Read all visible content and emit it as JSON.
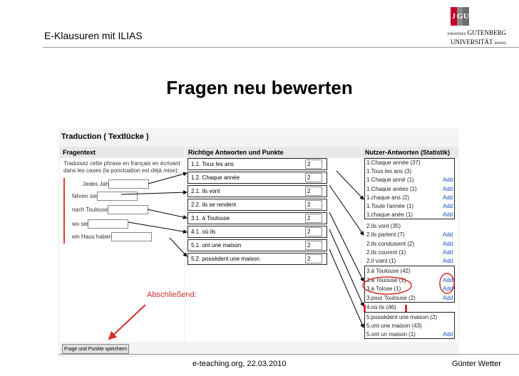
{
  "header": {
    "title": "E-Klausuren mit ILIAS"
  },
  "logo": {
    "letters": [
      "J",
      "G",
      "U"
    ],
    "line1_small": "JOHANNES",
    "line1": "GUTENBERG",
    "line2": "UNIVERSITÄT",
    "line2_small": "MAINZ",
    "colors": [
      "#c0002a",
      "#8b8b8b",
      "#6d6d6d"
    ]
  },
  "slide": {
    "title": "Fragen neu bewerten"
  },
  "screenshot": {
    "title": "Traduction ( Textlücke )",
    "headers": {
      "fragentext": "Fragentext",
      "richtige": "Richtige Antworten und Punkte",
      "nutzer": "Nutzer-Antworten (Statistik)"
    },
    "intro": "Traduisez cette phrase en français en écrivant dans les cases (la ponctuation est déjà mise):",
    "gap_labels": [
      "Jedes Jahr",
      "fahren sie",
      "nach Toulouse",
      "wo sie",
      "ein Haus haben"
    ],
    "answers": [
      {
        "label": "1.1. Tous les ans",
        "points": "2"
      },
      {
        "label": "1.2. Chaque année",
        "points": "2"
      },
      {
        "label": "2.1. ils vont",
        "points": "2"
      },
      {
        "label": "2.2. ils se rendent",
        "points": "2"
      },
      {
        "label": "3.1. à Toulouse",
        "points": "2"
      },
      {
        "label": "4.1. où ils",
        "points": "2"
      },
      {
        "label": "5.1. ont une maison",
        "points": "2"
      },
      {
        "label": "5.2. possèdent une maison",
        "points": "2"
      }
    ],
    "user_answers": [
      {
        "text": "1.Chaque année (37)",
        "add": ""
      },
      {
        "text": "1.Tous les ans (3)",
        "add": ""
      },
      {
        "text": "1.Chaque anné (1)",
        "add": "Add"
      },
      {
        "text": "1.Chaque anées (1)",
        "add": "Add"
      },
      {
        "text": "1.chaque ans (2)",
        "add": "Add"
      },
      {
        "text": "1.Toute l'année (1)",
        "add": "Add"
      },
      {
        "text": "1.chaque anée (1)",
        "add": "Add"
      },
      {
        "text": "2.ils vont (35)",
        "add": ""
      },
      {
        "text": "2.ils partent (7)",
        "add": "Add"
      },
      {
        "text": "2.ils conduisent (2)",
        "add": "Add"
      },
      {
        "text": "2.ils courent (1)",
        "add": "Add"
      },
      {
        "text": "2.il voint (1)",
        "add": "Add"
      },
      {
        "text": "3.à Toulouse (42)",
        "add": ""
      },
      {
        "text": "3.à Tououse (1)",
        "add": "Add"
      },
      {
        "text": "3.à Tolose (1)",
        "add": "Add"
      },
      {
        "text": "3.pour Toulouse (2)",
        "add": "Add"
      },
      {
        "text": "4.où ils (46)",
        "add": ""
      },
      {
        "text": "5.possèdent une maison (2)",
        "add": ""
      },
      {
        "text": "5.ont une maison (43)",
        "add": ""
      },
      {
        "text": "5.ont un maison (1)",
        "add": "Add"
      }
    ],
    "annotation": "Abschließend:",
    "save_button": "Frage und Punkte speichern"
  },
  "footer": {
    "center": "e-teaching.org, 22.03.2010",
    "right": "Günter Wetter"
  },
  "colors": {
    "accent_red": "#d32f2f",
    "link_blue": "#1a4dc7"
  }
}
